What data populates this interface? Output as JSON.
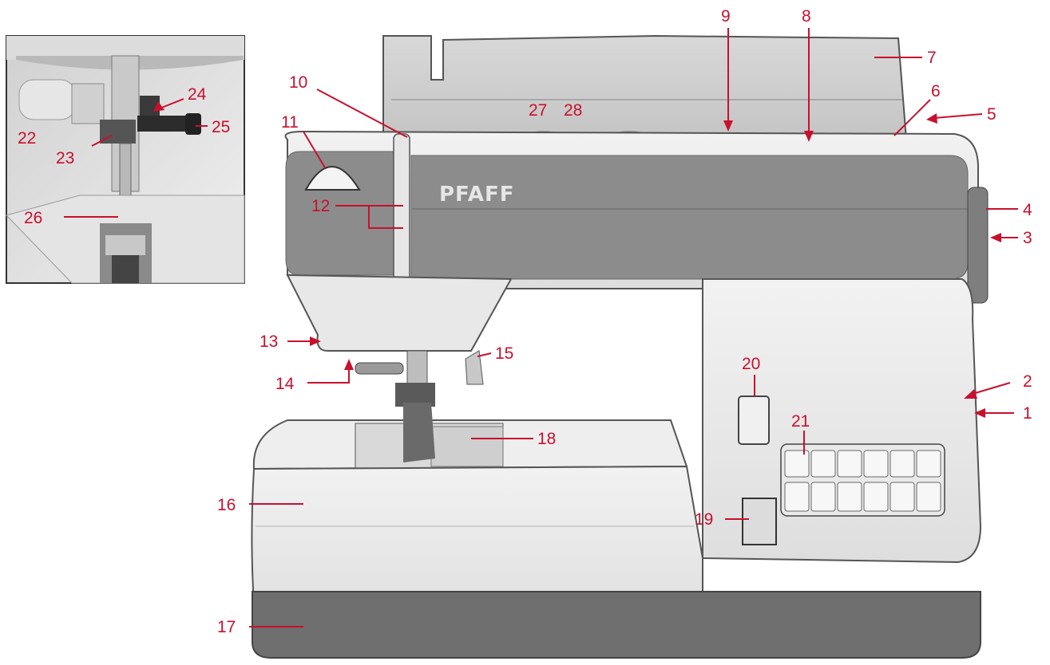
{
  "brand": "PFAFF",
  "colors": {
    "callout": "#c8102e",
    "body_light": "#ededed",
    "body_mid": "#d9d9d9",
    "panel_dark": "#8c8c8c",
    "base_dark": "#6f6f6f"
  },
  "callouts": {
    "c1": "1",
    "c2": "2",
    "c3": "3",
    "c4": "4",
    "c5": "5",
    "c6": "6",
    "c7": "7",
    "c8": "8",
    "c9": "9",
    "c10": "10",
    "c11": "11",
    "c12": "12",
    "c13": "13",
    "c14": "14",
    "c15": "15",
    "c16": "16",
    "c17": "17",
    "c18": "18",
    "c19": "19",
    "c20": "20",
    "c21": "21",
    "c22": "22",
    "c23": "23",
    "c24": "24",
    "c25": "25",
    "c26": "26",
    "c27": "27",
    "c28": "28"
  }
}
